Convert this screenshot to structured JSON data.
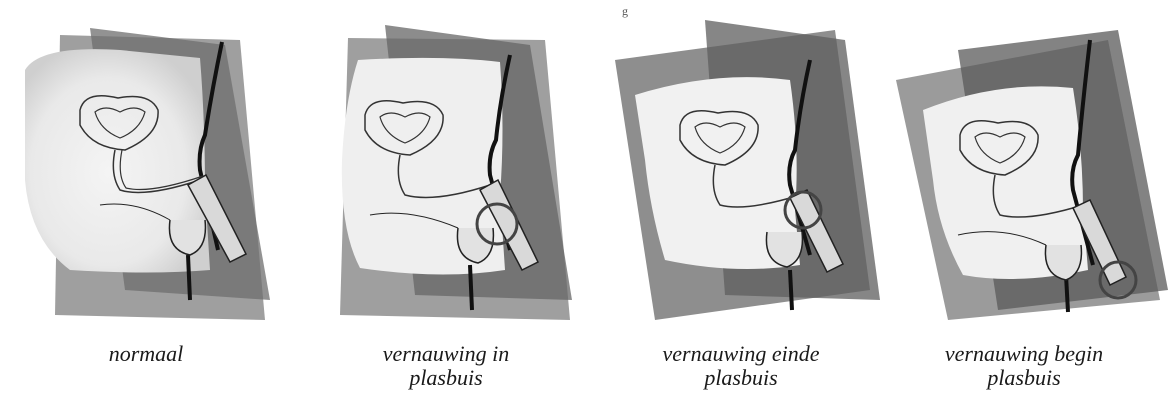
{
  "panels": [
    {
      "caption": "normaal",
      "narrowing": "none"
    },
    {
      "caption": "vernauwing in\nplasbuis",
      "narrowing": "mid"
    },
    {
      "caption": "vernauwing einde\nplasbuis",
      "narrowing": "end"
    },
    {
      "caption": "vernauwing begin\nplasbuis",
      "narrowing": "begin"
    }
  ],
  "stray_mark": "g"
}
